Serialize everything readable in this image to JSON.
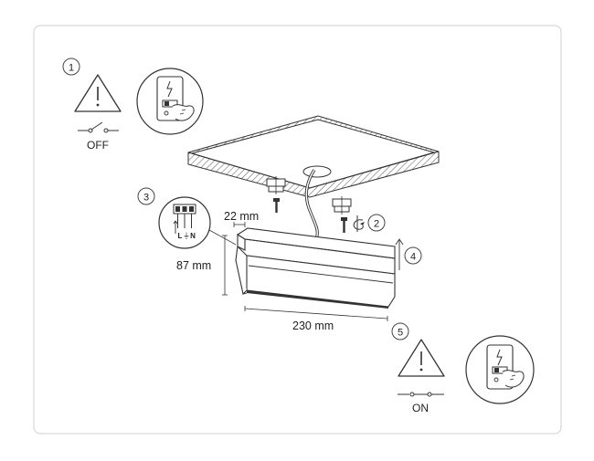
{
  "steps": {
    "s1": "1",
    "s2": "2",
    "s3": "3",
    "s4": "4",
    "s5": "5"
  },
  "switch_off": "OFF",
  "switch_on": "ON",
  "dimensions": {
    "height": "87 mm",
    "depth": "22 mm",
    "width": "230 mm"
  },
  "terminal_labels": {
    "live": "L",
    "earth": "⏚",
    "neutral": "N"
  },
  "icons": {
    "warning": "warning-triangle-icon",
    "hand_switch": "hand-switch-icon",
    "screw": "screw-icon",
    "anchor": "wall-plug-icon",
    "rotate": "rotate-icon",
    "terminal": "terminal-block-icon"
  }
}
